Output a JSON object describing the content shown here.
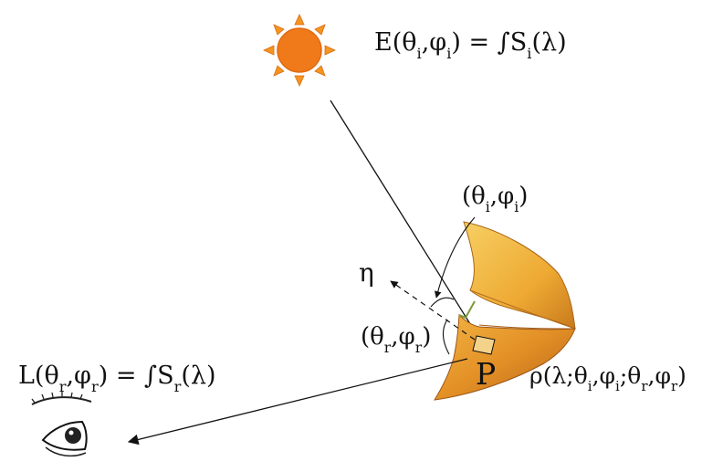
{
  "labels": {
    "irradiance": {
      "pre": "E(θ",
      "sub1": "i",
      "mid": ",φ",
      "sub2": "i",
      "post": ") = ∫S",
      "sub3": "i",
      "tail": "(λ)"
    },
    "incident_angle": {
      "pre": "(θ",
      "sub1": "i",
      "mid": ",φ",
      "sub2": "i",
      "post": ")"
    },
    "eta": "η",
    "reflected_angle": {
      "pre": "(θ",
      "sub1": "r",
      "mid": ",φ",
      "sub2": "r",
      "post": ")"
    },
    "radiance": {
      "pre": "L(θ",
      "sub1": "r",
      "mid": ",φ",
      "sub2": "r",
      "post": ") = ∫S",
      "sub3": "r",
      "tail": "(λ)"
    },
    "point": "P",
    "brdf": {
      "pre": "ρ(λ;θ",
      "sub1": "i",
      "m1": ",φ",
      "sub2": "i",
      "m2": ";θ",
      "sub3": "r",
      "m3": ",φ",
      "sub4": "r",
      "post": ")"
    }
  },
  "colors": {
    "sun": "#f07a1a",
    "sun_rays": "#f5951f",
    "leaf_light": "#f2b84a",
    "leaf_dark": "#c9761c",
    "ink": "#111111"
  },
  "icons": {
    "sun": "sun-icon",
    "leaf": "leaf-icon",
    "eye": "eye-icon"
  }
}
